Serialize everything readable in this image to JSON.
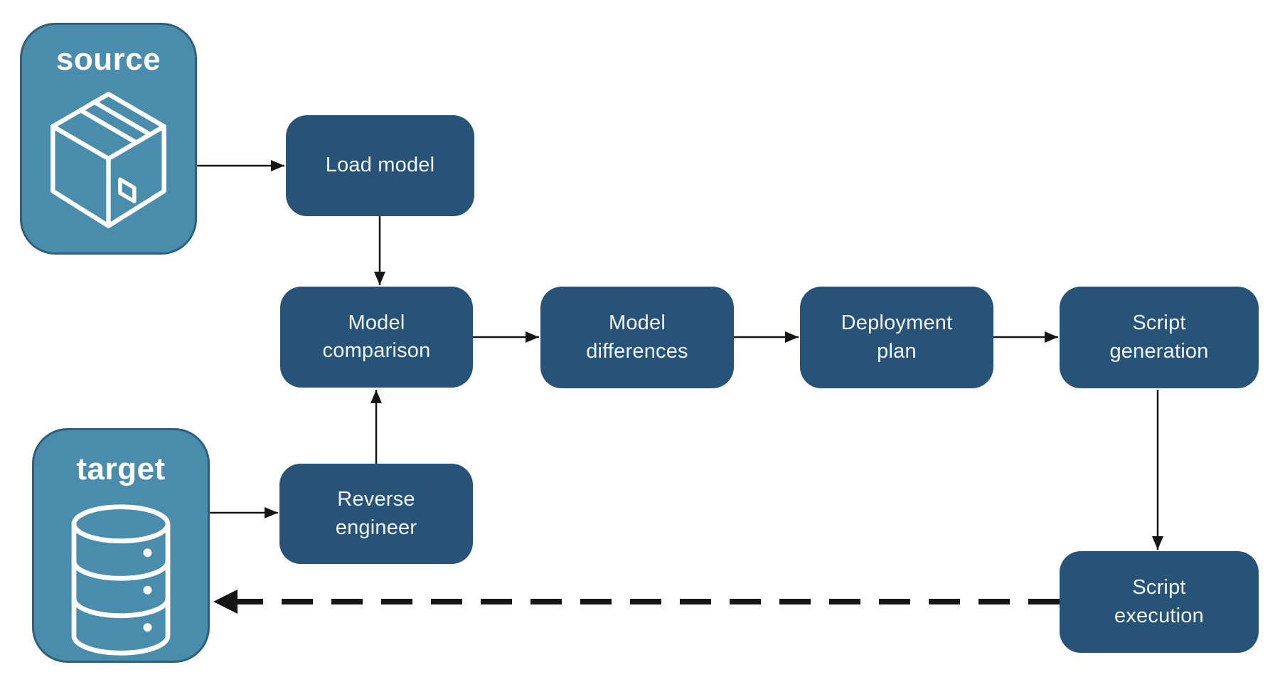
{
  "diagram": {
    "endpoints": {
      "source": {
        "label": "source",
        "icon": "package-icon"
      },
      "target": {
        "label": "target",
        "icon": "database-icon"
      }
    },
    "nodes": {
      "load_model": {
        "label": "Load model"
      },
      "model_comparison": {
        "label": "Model comparison"
      },
      "model_differences": {
        "label": "Model differences"
      },
      "deployment_plan": {
        "label": "Deployment plan"
      },
      "script_generation": {
        "label": "Script generation"
      },
      "reverse_engineer": {
        "label": "Reverse engineer"
      },
      "script_execution": {
        "label": "Script execution"
      }
    },
    "flows": [
      "source -> Load model",
      "Load model -> Model comparison",
      "target -> Reverse engineer",
      "Reverse engineer -> Model comparison",
      "Model comparison -> Model differences",
      "Model differences -> Deployment plan",
      "Deployment plan -> Script generation",
      "Script generation -> Script execution",
      "Script execution -> target (dashed)"
    ],
    "colors": {
      "endpoint_fill": "#4a8cab",
      "endpoint_border": "#2d607c",
      "node_fill": "#275378",
      "arrow": "#151515",
      "label_text": "#f2f5f8",
      "background": "#ffffff"
    }
  }
}
